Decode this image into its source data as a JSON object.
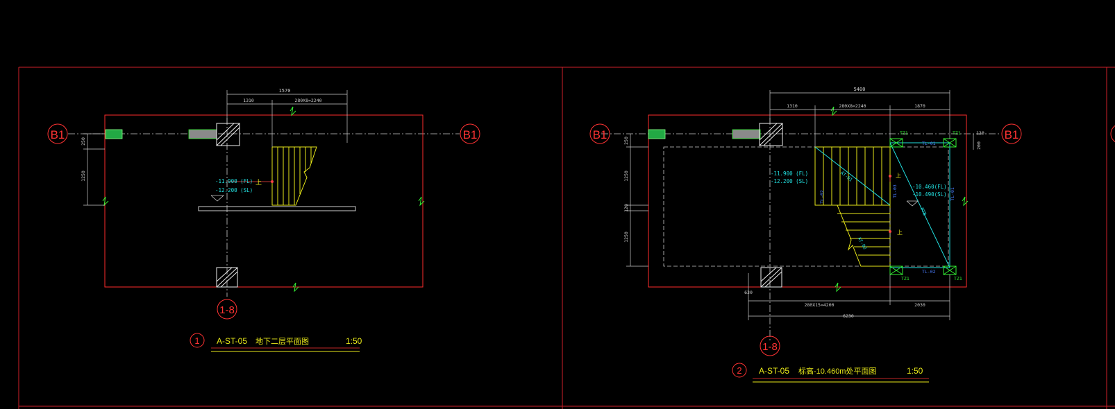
{
  "colors": {
    "background": "#000000",
    "frame": "#d0202a",
    "wall": "#ff2d2d",
    "dimension": "#cccccc",
    "stair": "#e8e81a",
    "cyan": "#22e0e0",
    "blue_label": "#4a7dff",
    "green_mark": "#33ee33",
    "column_fill": "#22aa44",
    "beam_fill": "#8a8a8a"
  },
  "view1": {
    "axis_left": "B1",
    "axis_right": "B1",
    "axis_bottom": "1-8",
    "dim_top_total": "1570",
    "dim_top_left": "1310",
    "dim_top_right": "280X8=2240",
    "dim_left_1": "250",
    "dim_left_2": "1250",
    "level_fl": "-11.900 (FL)",
    "level_sl": "-12.200 (SL)",
    "up_mark": "上",
    "title_number": "1",
    "title_code": "A-ST-05",
    "title_name": "地下二层平面图",
    "title_scale": "1:50"
  },
  "view2": {
    "axis_left": "B1",
    "axis_right": "B1",
    "axis_bottom": "1-8",
    "dim_top_total": "5400",
    "dim_top_1": "1310",
    "dim_top_2": "280X8=2240",
    "dim_top_3": "1870",
    "dim_left_1": "250",
    "dim_left_2": "1250",
    "dim_left_3": "120",
    "dim_left_4": "1250",
    "dim_right_1": "120",
    "dim_right_2": "200",
    "dim_bottom_1": "630",
    "dim_bottom_2": "280X15=4200",
    "dim_bottom_3": "2030",
    "dim_bottom_total": "6230",
    "level_left_fl": "-11.900 (FL)",
    "level_left_sl": "-12.200 (SL)",
    "level_right_fl": "-10.460(FL)",
    "level_right_sl": "-10.490(SL)",
    "up_mark_1": "上",
    "up_mark_2": "上",
    "column_labels": [
      "TZ1",
      "TZ1",
      "TZ1",
      "TZ1"
    ],
    "beam_labels": [
      "TL-01",
      "TL-02",
      "TL-03",
      "TL-01",
      "TL-02"
    ],
    "stair_labels": [
      "AT-01",
      "AT-02",
      "PTB"
    ],
    "title_number": "2",
    "title_code": "A-ST-05",
    "title_name": "标高-10.460m处平面图",
    "title_scale": "1:50"
  }
}
